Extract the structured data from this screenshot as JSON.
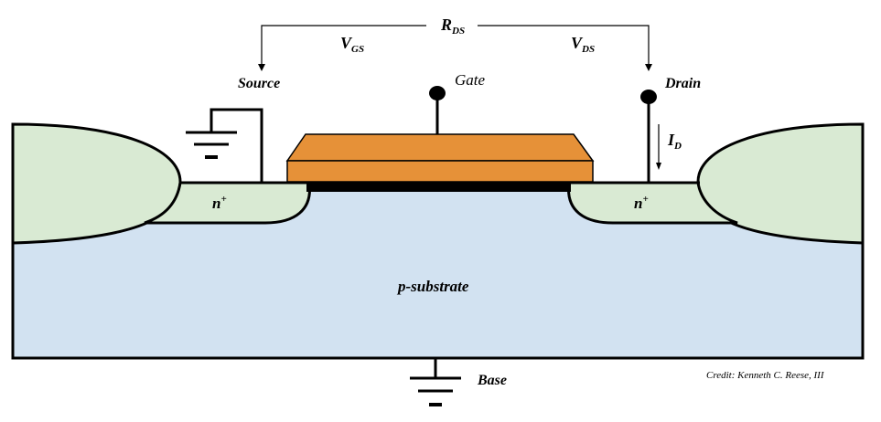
{
  "labels": {
    "rds": {
      "main": "R",
      "sub": "DS"
    },
    "vgs": {
      "main": "V",
      "sub": "GS"
    },
    "vds": {
      "main": "V",
      "sub": "DS"
    },
    "id": {
      "main": "I",
      "sub": "D"
    },
    "source": "Source",
    "gate": "Gate",
    "drain": "Drain",
    "n_plus_left": {
      "main": "n",
      "sup": "+"
    },
    "n_plus_right": {
      "main": "n",
      "sup": "+"
    },
    "substrate": "p-substrate",
    "base": "Base",
    "credit": "Credit: Kenneth C. Reese, III"
  },
  "colors": {
    "substrate": "#d2e2f1",
    "oxide_field": "#d9ead3",
    "n_region": "#d9ead3",
    "gate_poly": "#e69138",
    "gate_oxide": "#000000",
    "line": "#000000"
  }
}
